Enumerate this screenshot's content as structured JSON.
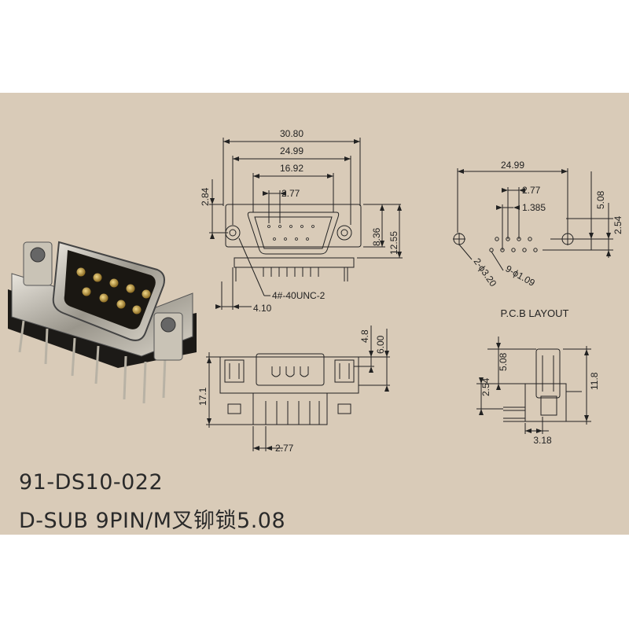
{
  "drawing": {
    "front_view": {
      "width_overall": "30.80",
      "width_flange": "24.99",
      "width_shell": "16.92",
      "pin_pitch": "2.77",
      "offset_top": "2.84",
      "height_pins": "8.36",
      "height_overall": "12.55",
      "screw_callout": "4#-40UNC-2",
      "flange_offset": "4.10"
    },
    "pcb_layout": {
      "width": "24.99",
      "pitch": "2.77",
      "half_pitch": "1.385",
      "row_spacing_a": "5.08",
      "row_spacing_b": "2.54",
      "mount_hole": "2-ϕ3.20",
      "pin_hole": "9-ϕ1.09",
      "title": "P.C.B LAYOUT"
    },
    "bottom_view": {
      "dim_a": "4.8",
      "dim_b": "6.00",
      "height": "17.1",
      "pitch": "2.77"
    },
    "side_view": {
      "dim_a": "5.08",
      "dim_b": "2.54",
      "height": "11.8",
      "depth": "3.18"
    }
  },
  "caption": {
    "part_number": "91-DS10-022",
    "description": "D-SUB 9PIN/M叉铆锁5.08"
  },
  "colors": {
    "background": "#d9cbb8",
    "line": "#222222",
    "text": "#2a2a2a"
  }
}
